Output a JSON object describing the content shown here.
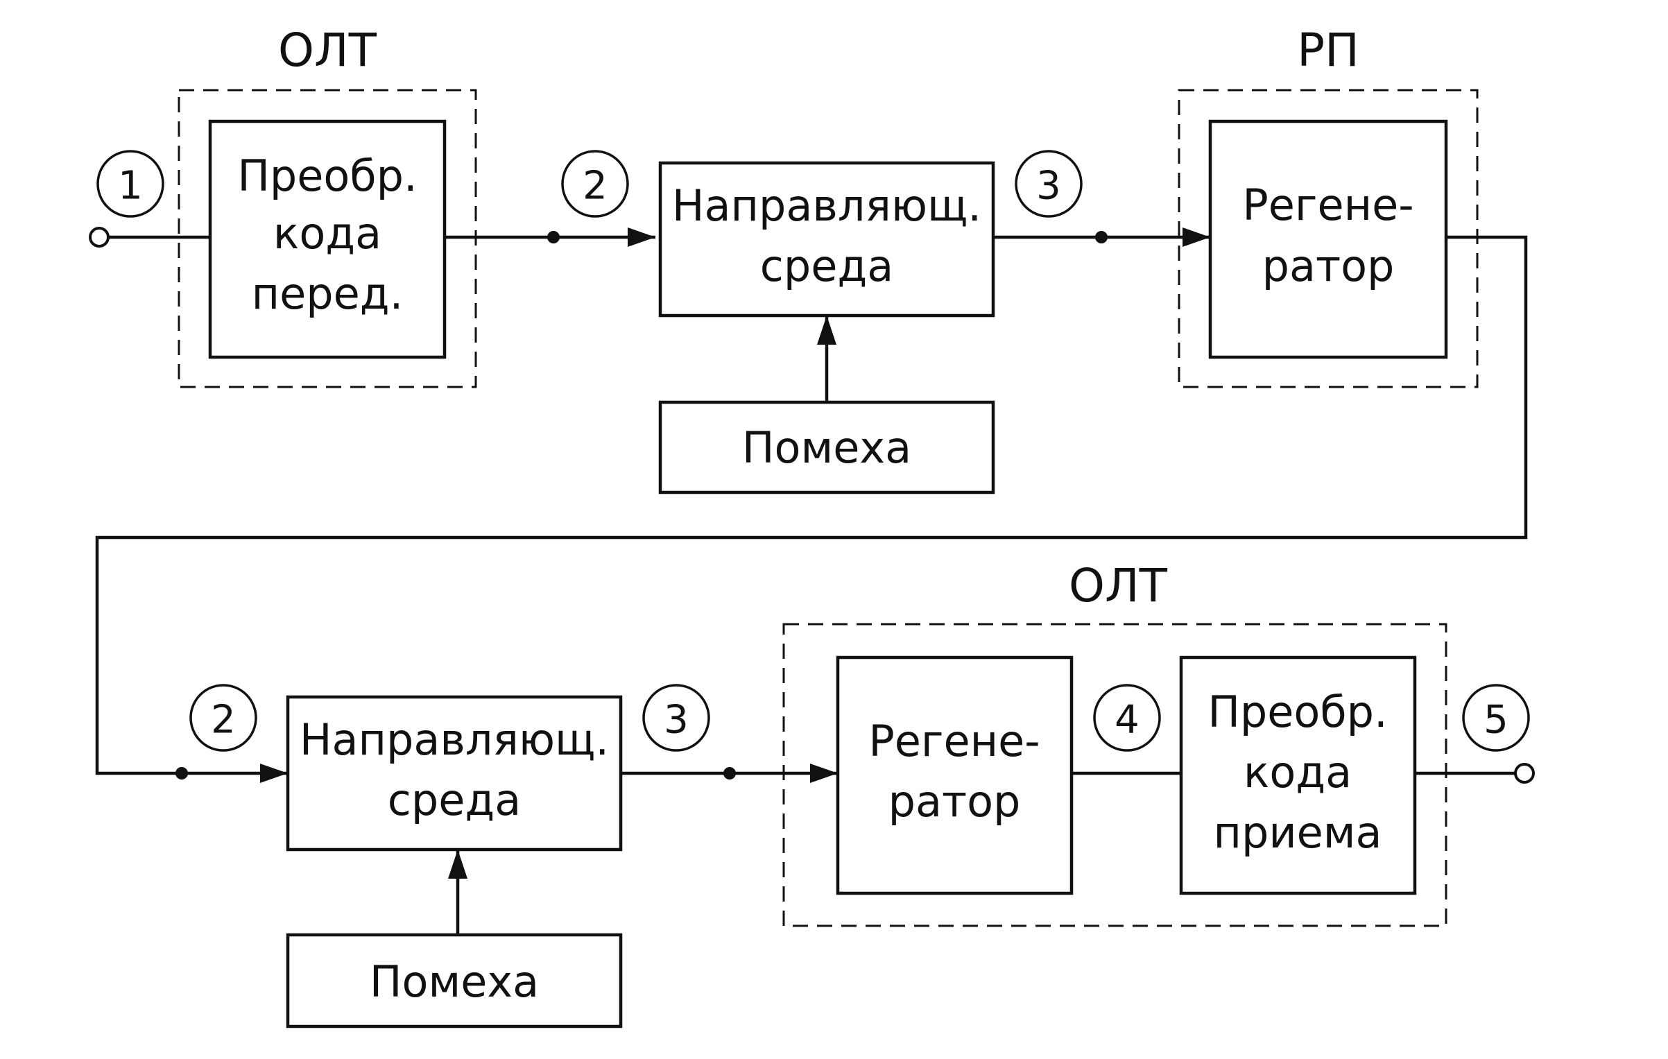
{
  "groups": {
    "olt_top": "ОЛТ",
    "rp": "РП",
    "olt_bottom": "ОЛТ"
  },
  "blocks": {
    "tx_converter": [
      "Преобр.",
      "кода",
      "перед."
    ],
    "medium_top": [
      "Направляющ.",
      "среда"
    ],
    "noise_top": [
      "Помеха"
    ],
    "regenerator_rp": [
      "Регене-",
      "ратор"
    ],
    "medium_bottom": [
      "Направляющ.",
      "среда"
    ],
    "noise_bottom": [
      "Помеха"
    ],
    "regenerator_olt": [
      "Регене-",
      "ратор"
    ],
    "rx_converter": [
      "Преобр.",
      "кода",
      "приема"
    ]
  },
  "points": {
    "p1": "1",
    "p2_top": "2",
    "p3_top": "3",
    "p2_bottom": "2",
    "p3_bottom": "3",
    "p4": "4",
    "p5": "5"
  }
}
